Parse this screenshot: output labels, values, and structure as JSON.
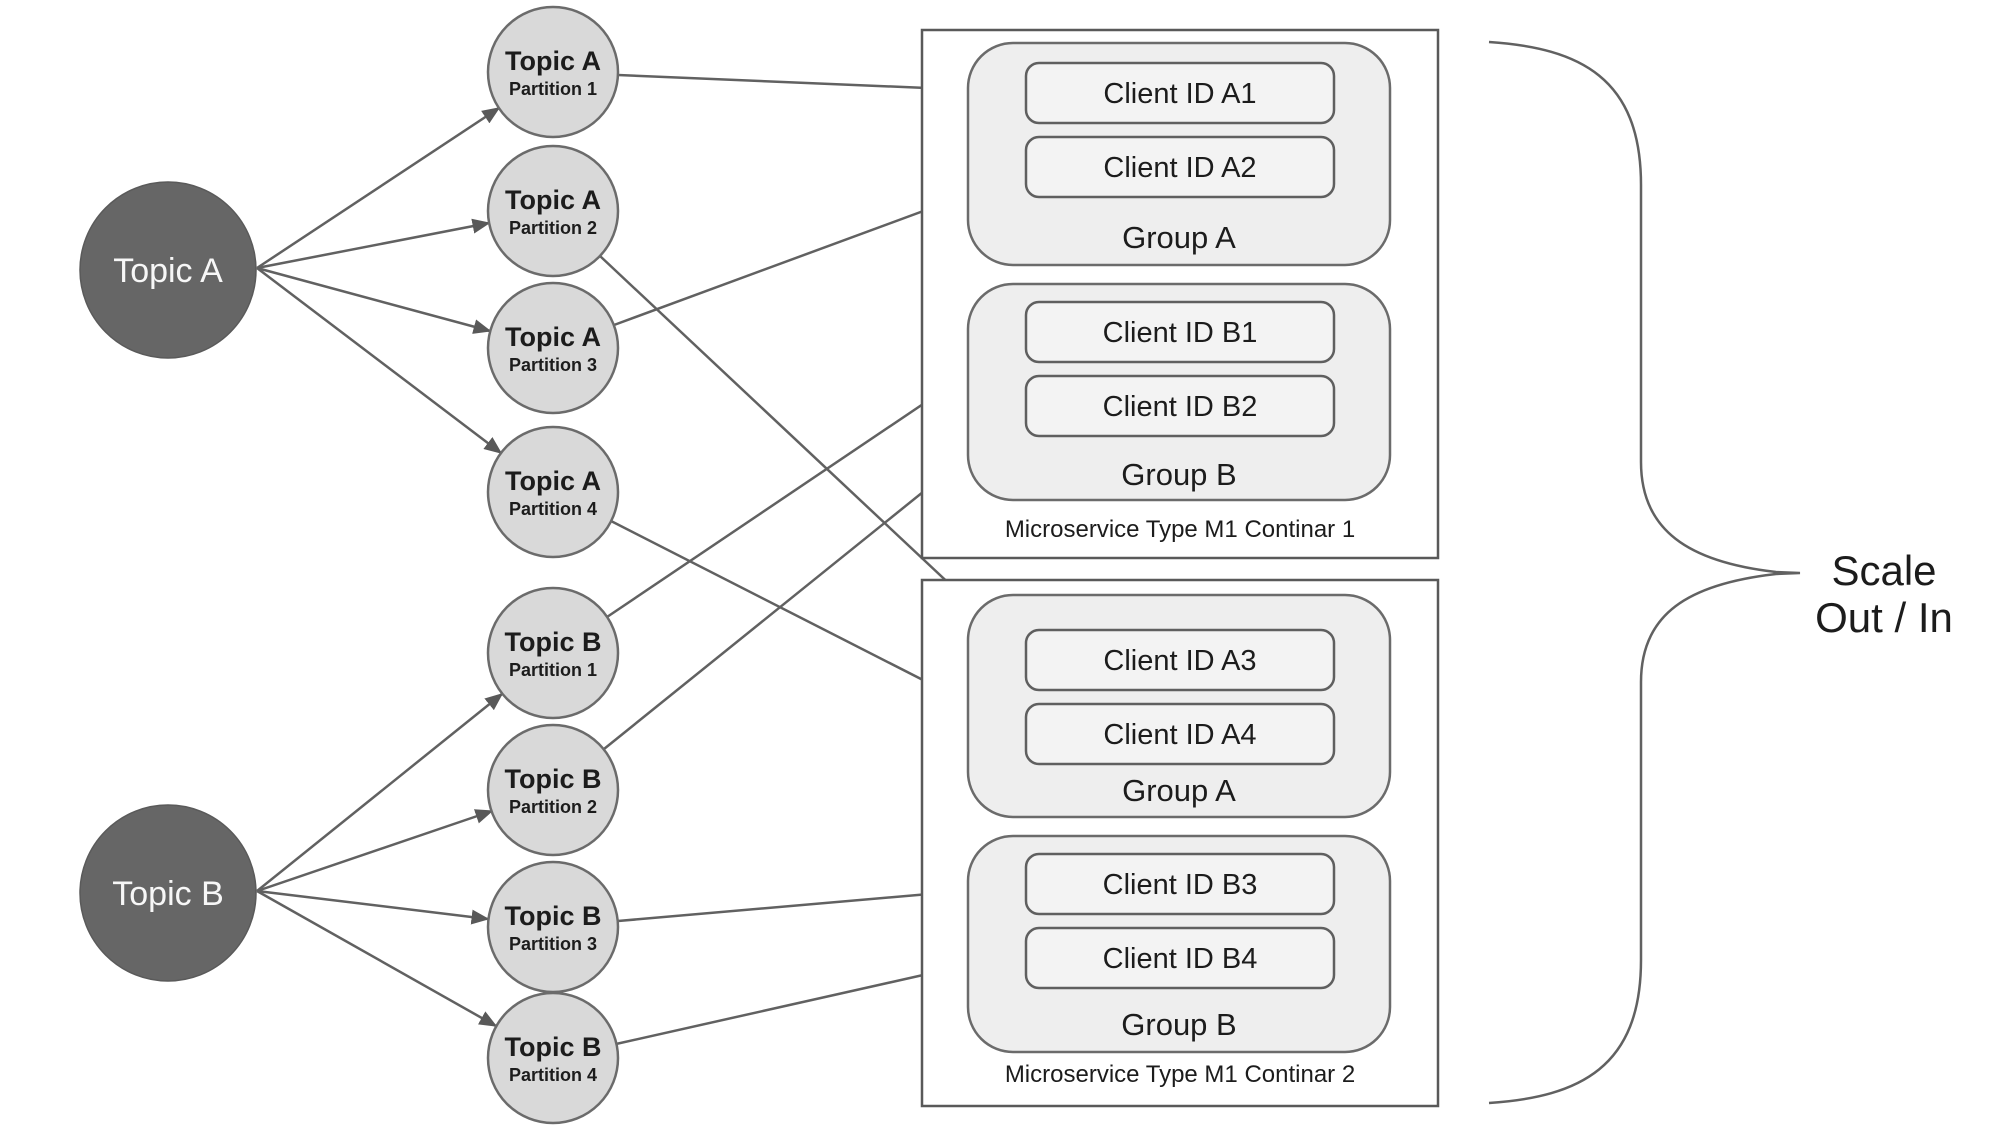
{
  "topics": [
    {
      "label": "Topic A"
    },
    {
      "label": "Topic B"
    }
  ],
  "partitions": [
    {
      "topic": "Topic A",
      "partition": "Partition 1"
    },
    {
      "topic": "Topic A",
      "partition": "Partition 2"
    },
    {
      "topic": "Topic A",
      "partition": "Partition 3"
    },
    {
      "topic": "Topic A",
      "partition": "Partition 4"
    },
    {
      "topic": "Topic B",
      "partition": "Partition 1"
    },
    {
      "topic": "Topic B",
      "partition": "Partition 2"
    },
    {
      "topic": "Topic B",
      "partition": "Partition 3"
    },
    {
      "topic": "Topic B",
      "partition": "Partition 4"
    }
  ],
  "containers": [
    {
      "label": "Microservice Type M1 Continar 1",
      "groups": [
        {
          "label": "Group A",
          "clients": [
            {
              "label": "Client ID A1"
            },
            {
              "label": "Client ID A2"
            }
          ]
        },
        {
          "label": "Group B",
          "clients": [
            {
              "label": "Client ID B1"
            },
            {
              "label": "Client ID B2"
            }
          ]
        }
      ]
    },
    {
      "label": "Microservice Type M1 Continar 2",
      "groups": [
        {
          "label": "Group A",
          "clients": [
            {
              "label": "Client ID A3"
            },
            {
              "label": "Client ID A4"
            }
          ]
        },
        {
          "label": "Group B",
          "clients": [
            {
              "label": "Client ID B3"
            },
            {
              "label": "Client ID B4"
            }
          ]
        }
      ]
    }
  ],
  "brace": {
    "lines": [
      "Scale",
      "Out / In"
    ]
  },
  "connections": {
    "topic_to_partitions": [
      {
        "from": "Topic A",
        "to": "Topic A Partition 1"
      },
      {
        "from": "Topic A",
        "to": "Topic A Partition 2"
      },
      {
        "from": "Topic A",
        "to": "Topic A Partition 3"
      },
      {
        "from": "Topic A",
        "to": "Topic A Partition 4"
      },
      {
        "from": "Topic B",
        "to": "Topic B Partition 1"
      },
      {
        "from": "Topic B",
        "to": "Topic B Partition 2"
      },
      {
        "from": "Topic B",
        "to": "Topic B Partition 3"
      },
      {
        "from": "Topic B",
        "to": "Topic B Partition 4"
      }
    ],
    "partition_to_clients": [
      {
        "from": "Topic A Partition 1",
        "to": "Client ID A1"
      },
      {
        "from": "Topic A Partition 2",
        "to": "Client ID A3"
      },
      {
        "from": "Topic A Partition 3",
        "to": "Client ID A2"
      },
      {
        "from": "Topic A Partition 4",
        "to": "Client ID A4"
      },
      {
        "from": "Topic B Partition 1",
        "to": "Client ID B1"
      },
      {
        "from": "Topic B Partition 2",
        "to": "Client ID B2"
      },
      {
        "from": "Topic B Partition 3",
        "to": "Client ID B3"
      },
      {
        "from": "Topic B Partition 4",
        "to": "Client ID B4"
      }
    ]
  },
  "colors": {
    "topic_fill": "#666666",
    "partition_fill": "#d9d9d9",
    "container_fill": "#ffffff",
    "group_fill": "#eeeeee",
    "client_fill": "#f3f3f3",
    "stroke": "#616161",
    "text": "#1c1c1c",
    "topic_text": "#f7f7f7"
  }
}
